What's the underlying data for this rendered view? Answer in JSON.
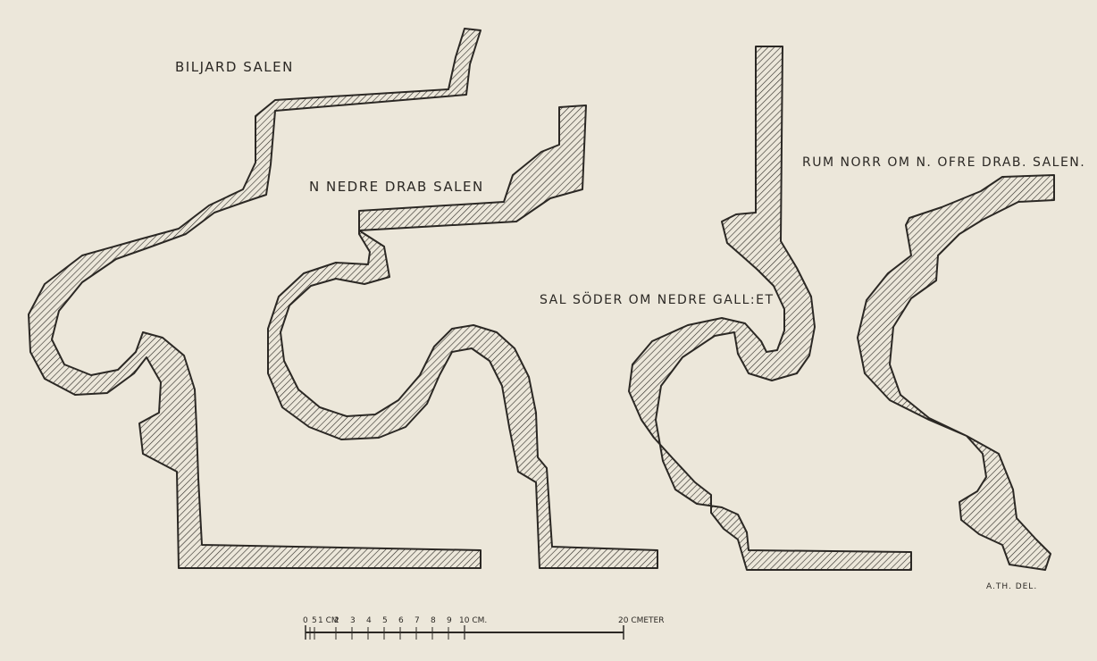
{
  "labels": {
    "biljard": "BILJARD SALEN",
    "nedre_drab": "N NEDRE DRAB SALEN",
    "sal_soder": "SAL SÖDER OM NEDRE GALL:ET",
    "rum_norr": "RUM NORR OM N. OFRE DRAB. SALEN."
  },
  "signature": "A.TH. DEL.",
  "scale": {
    "small_ticks": [
      "0",
      "5",
      "1 CM",
      "2",
      "3",
      "4",
      "5",
      "6",
      "7",
      "8",
      "9",
      "10 CM."
    ],
    "end_label": "20 CMETER"
  },
  "colors": {
    "ink": "#2b2824",
    "paper": "#ece7da"
  }
}
